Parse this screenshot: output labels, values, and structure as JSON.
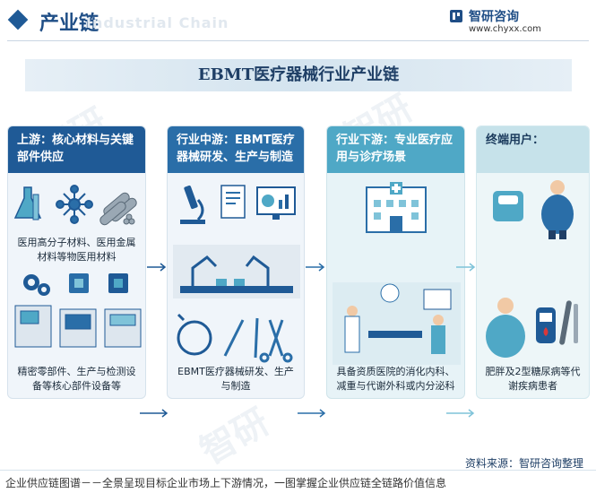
{
  "header": {
    "title": "产业链",
    "watermark": "Industrial Chain",
    "brand": "智研咨询",
    "url": "www.chyxx.com"
  },
  "banner": {
    "title": "EBMT医疗器械行业产业链"
  },
  "columns": [
    {
      "heading": "上游：核心材料与关键部件供应",
      "captions": [
        "医用高分子材料、医用金属材料等物医用材料",
        "精密零部件、生产与检测设备等核心部件设备等"
      ]
    },
    {
      "heading": "行业中游：EBMT医疗器械研发、生产与制造",
      "captions": [
        "EBMT医疗器械研发、生产与制造"
      ]
    },
    {
      "heading": "行业下游：专业医疗应用与诊疗场景",
      "captions": [
        "具备资质医院的消化内科、减重与代谢外科或内分泌科"
      ]
    },
    {
      "heading": "终端用户：",
      "captions": [
        "肥胖及2型糖尿病等代谢疾病患者"
      ]
    }
  ],
  "footer": {
    "source": "资料来源：智研咨询整理",
    "tagline": "企业供应链图谱－－全景呈现目标企业市场上下游情况，一图掌握企业供应链全链路价值信息"
  },
  "colors": {
    "primary": "#1f5a96",
    "mid": "#2a6ea8",
    "light": "#4fa8c6",
    "pale": "#c6e2ea"
  },
  "icons": [
    "flask-icon",
    "molecule-icon",
    "pipes-icon",
    "gear-icon",
    "chip-icon",
    "machine-icon",
    "microscope-icon",
    "document-icon",
    "monitor-chart-icon",
    "robot-arm-icon",
    "endoscope-icon",
    "surgical-tools-icon",
    "hospital-icon",
    "operating-room-icon",
    "scale-icon",
    "person-icon",
    "glucose-meter-icon"
  ]
}
